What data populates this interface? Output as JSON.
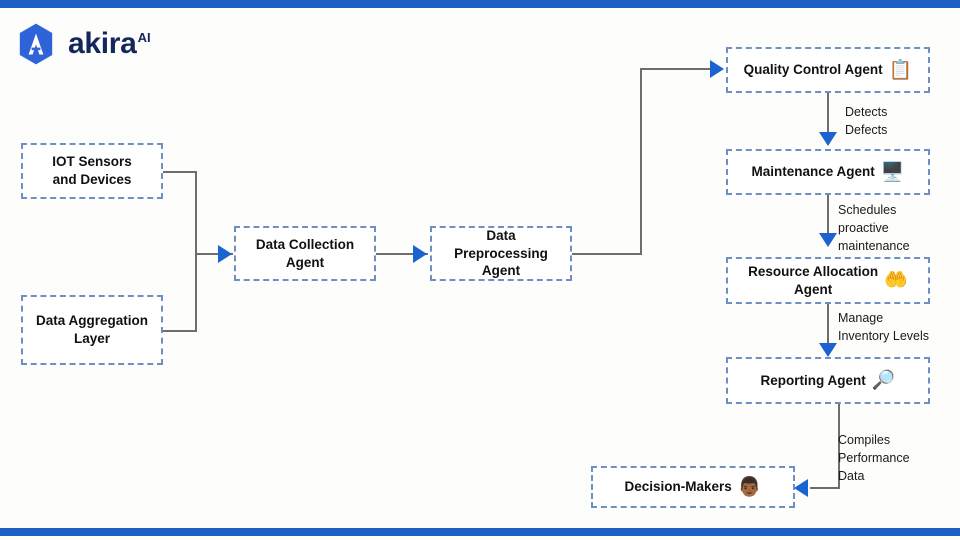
{
  "page": {
    "background": "#fdfdfc",
    "accent_bar_color": "#1f5fc4",
    "node_border_color": "#6d8fc2",
    "connector_color": "#6e6e6e",
    "arrow_color": "#1d63cf"
  },
  "brand": {
    "name": "akira",
    "superscript": "AI",
    "mark": "akira-hexagon-logo",
    "text_color": "#15265c",
    "mark_color": "#2f63d8"
  },
  "nodes": {
    "iot_sensors": {
      "label": "IOT Sensors\nand Devices",
      "icon": ""
    },
    "data_aggregation": {
      "label": "Data Aggregation\nLayer",
      "icon": ""
    },
    "data_collection": {
      "label": "Data Collection\nAgent",
      "icon": ""
    },
    "data_preprocessing": {
      "label": "Data Preprocessing\nAgent",
      "icon": ""
    },
    "quality_control": {
      "label": "Quality Control Agent",
      "icon": "📋"
    },
    "maintenance": {
      "label": "Maintenance Agent",
      "icon": "🖥️"
    },
    "resource_allocation": {
      "label": "Resource Allocation\nAgent",
      "icon": "🤲"
    },
    "reporting": {
      "label": "Reporting Agent",
      "icon": "🔎"
    },
    "decision_makers": {
      "label": "Decision-Makers",
      "icon": "👨🏾"
    }
  },
  "edge_labels": {
    "detects_defects": "Detects\nDefects",
    "schedules_maintenance": "Schedules\nproactive\nmaintenance",
    "manage_inventory": "Manage\nInventory Levels",
    "compiles_performance": "Compiles\nPerformance\nData"
  }
}
